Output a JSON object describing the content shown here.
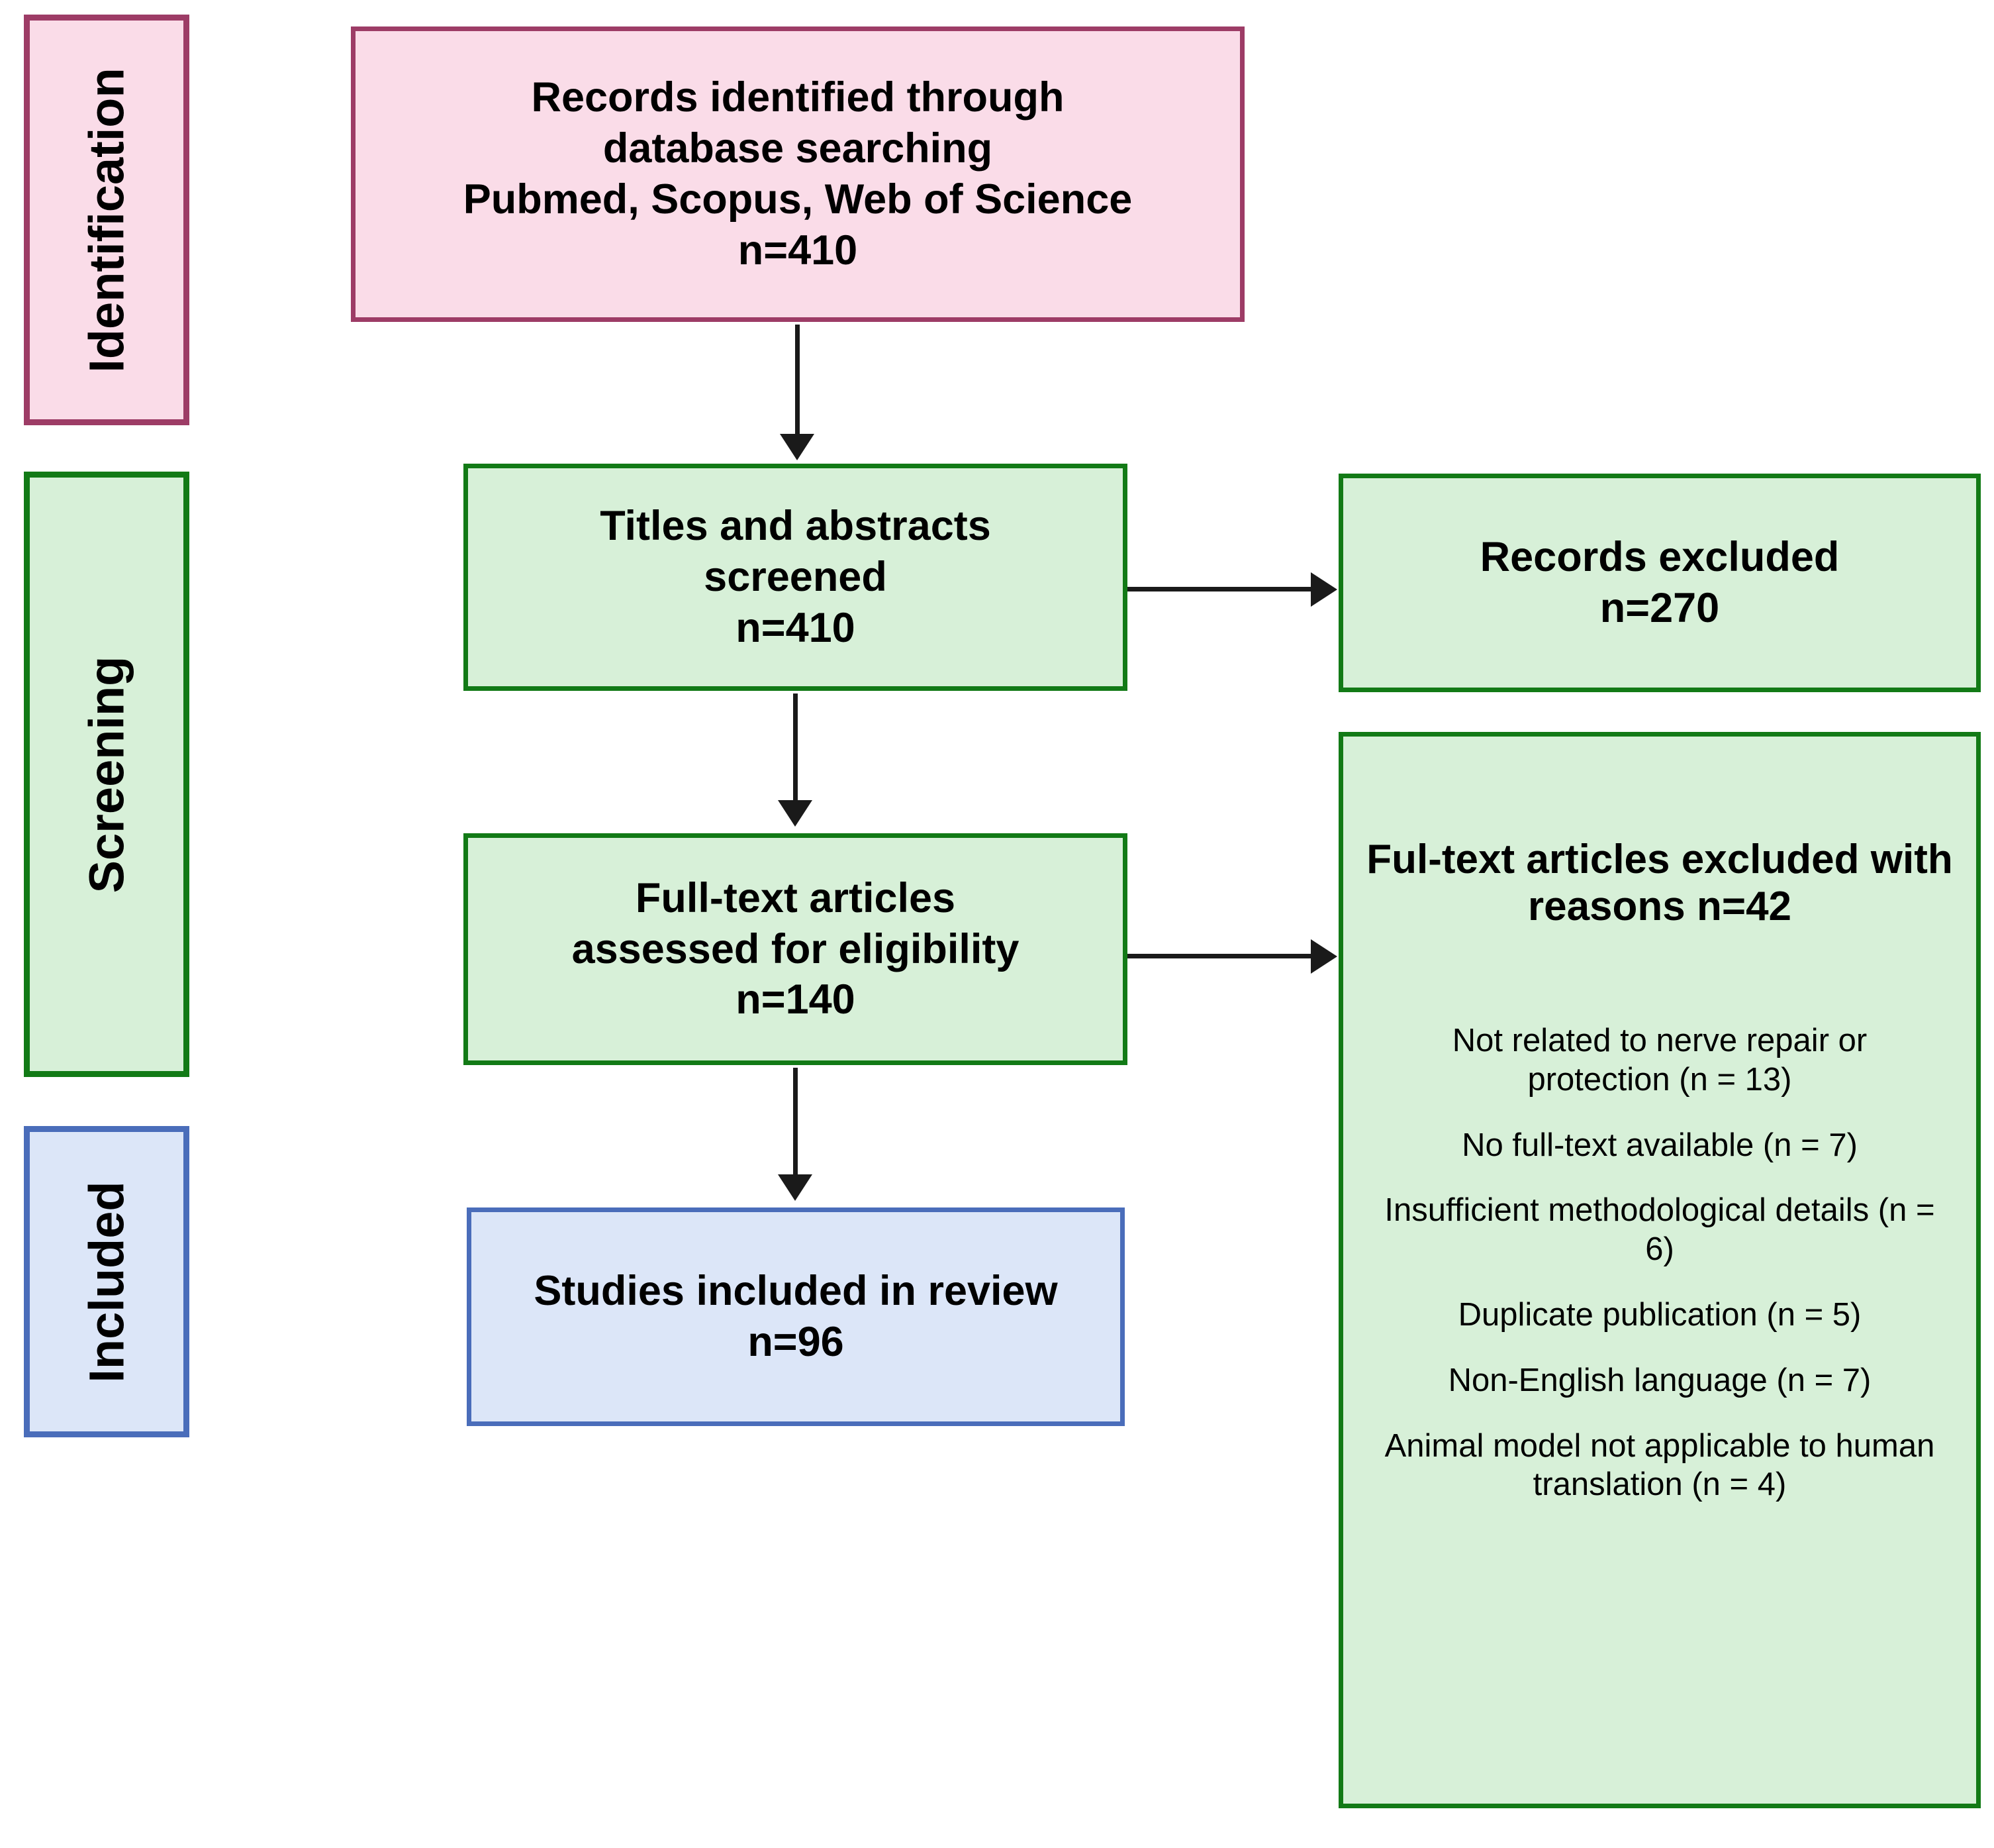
{
  "stages": [
    {
      "label": "Identification",
      "color_border": "#9d3c66",
      "color_fill": "#fadce8"
    },
    {
      "label": "Screening",
      "color_border": "#127a16",
      "color_fill": "#d7f0d8"
    },
    {
      "label": "Included",
      "color_border": "#4a6dba",
      "color_fill": "#dce6f8"
    }
  ],
  "boxes": {
    "identification": {
      "lines": [
        "Records identified through",
        "database searching",
        "Pubmed, Scopus, Web of Science",
        "n=410"
      ]
    },
    "screened": {
      "lines": [
        "Titles and abstracts",
        "screened",
        "n=410"
      ]
    },
    "records_excluded": {
      "lines": [
        "Records excluded",
        "n=270"
      ]
    },
    "eligibility": {
      "lines": [
        "Full-text articles",
        "assessed for eligibility",
        "n=140"
      ]
    },
    "fulltext_excluded": {
      "lines": [
        "Ful-text articles excluded",
        "with reasons",
        "n=42"
      ],
      "reasons": [
        "Not related to nerve repair or protection (n = 13)",
        "No full-text available (n = 7)",
        "Insufficient methodological details (n = 6)",
        "Duplicate publication (n = 5)",
        "Non-English language (n = 7)",
        "Animal model not applicable to human translation (n = 4)"
      ]
    },
    "included": {
      "lines": [
        "Studies included in review",
        "n=96"
      ]
    }
  },
  "counts": {
    "identified": 410,
    "screened": 410,
    "records_excluded": 270,
    "eligibility": 140,
    "fulltext_excluded": 42,
    "included": 96
  },
  "colors": {
    "pink_fill": "#fadce8",
    "pink_border": "#9d3c66",
    "green_fill": "#d7f0d8",
    "green_border": "#127a16",
    "blue_fill": "#dce6f8",
    "blue_border": "#4a6dba",
    "connector": "#1a1a1a",
    "background": "#ffffff"
  }
}
